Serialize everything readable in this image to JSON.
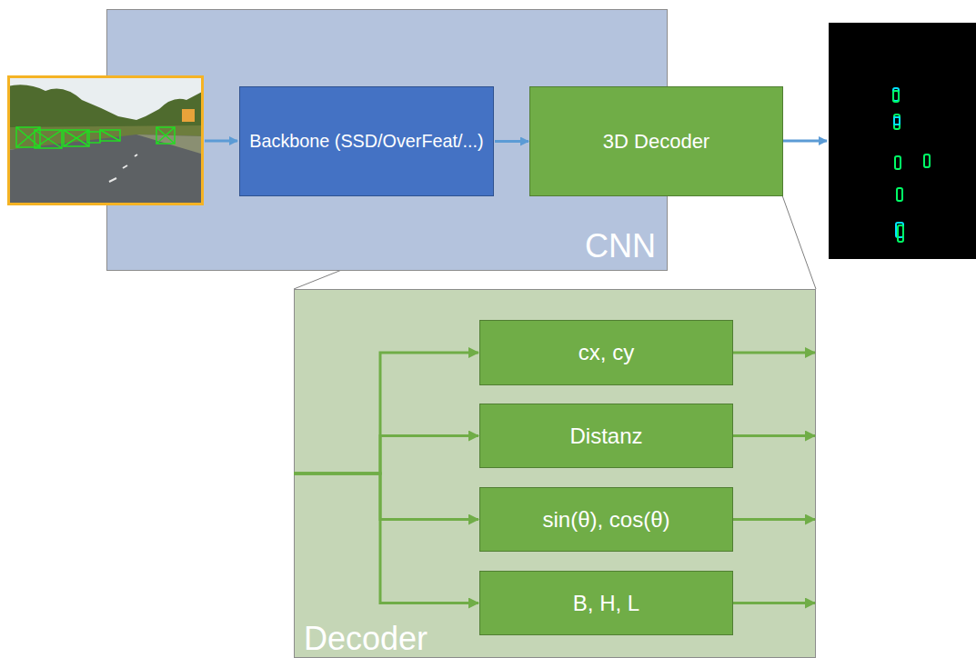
{
  "diagram": {
    "nodes": [
      {
        "text": [
          "CNN"
        ]
      },
      {
        "text": [
          "Backbone (SSD/OverFeat/...)"
        ],
        "in": 0
      },
      {
        "text": [
          "3D Decoder"
        ],
        "in": 0
      },
      {
        "text": [
          "Decoder"
        ]
      },
      {
        "text": [
          "cx, cy"
        ],
        "in": 3
      },
      {
        "text": [
          "Distanz"
        ],
        "in": 3
      },
      {
        "text": [
          "sin(θ), cos(θ)"
        ],
        "in": 3
      },
      {
        "text": [
          "B, H, L"
        ],
        "in": 3
      }
    ],
    "edges": [
      {
        "from": 1,
        "to": 2,
        "arrow": "to"
      },
      {
        "from": 3,
        "to": 4,
        "arrow": "to"
      },
      {
        "from": 3,
        "to": 5,
        "arrow": "to"
      },
      {
        "from": 3,
        "to": 6,
        "arrow": "to"
      },
      {
        "from": 3,
        "to": 7,
        "arrow": "to"
      },
      {
        "from": 4,
        "to": 3,
        "arrow": "to"
      },
      {
        "from": 5,
        "to": 3,
        "arrow": "to"
      },
      {
        "from": 6,
        "to": 3,
        "arrow": "to"
      },
      {
        "from": 7,
        "to": 3,
        "arrow": "to"
      }
    ]
  }
}
